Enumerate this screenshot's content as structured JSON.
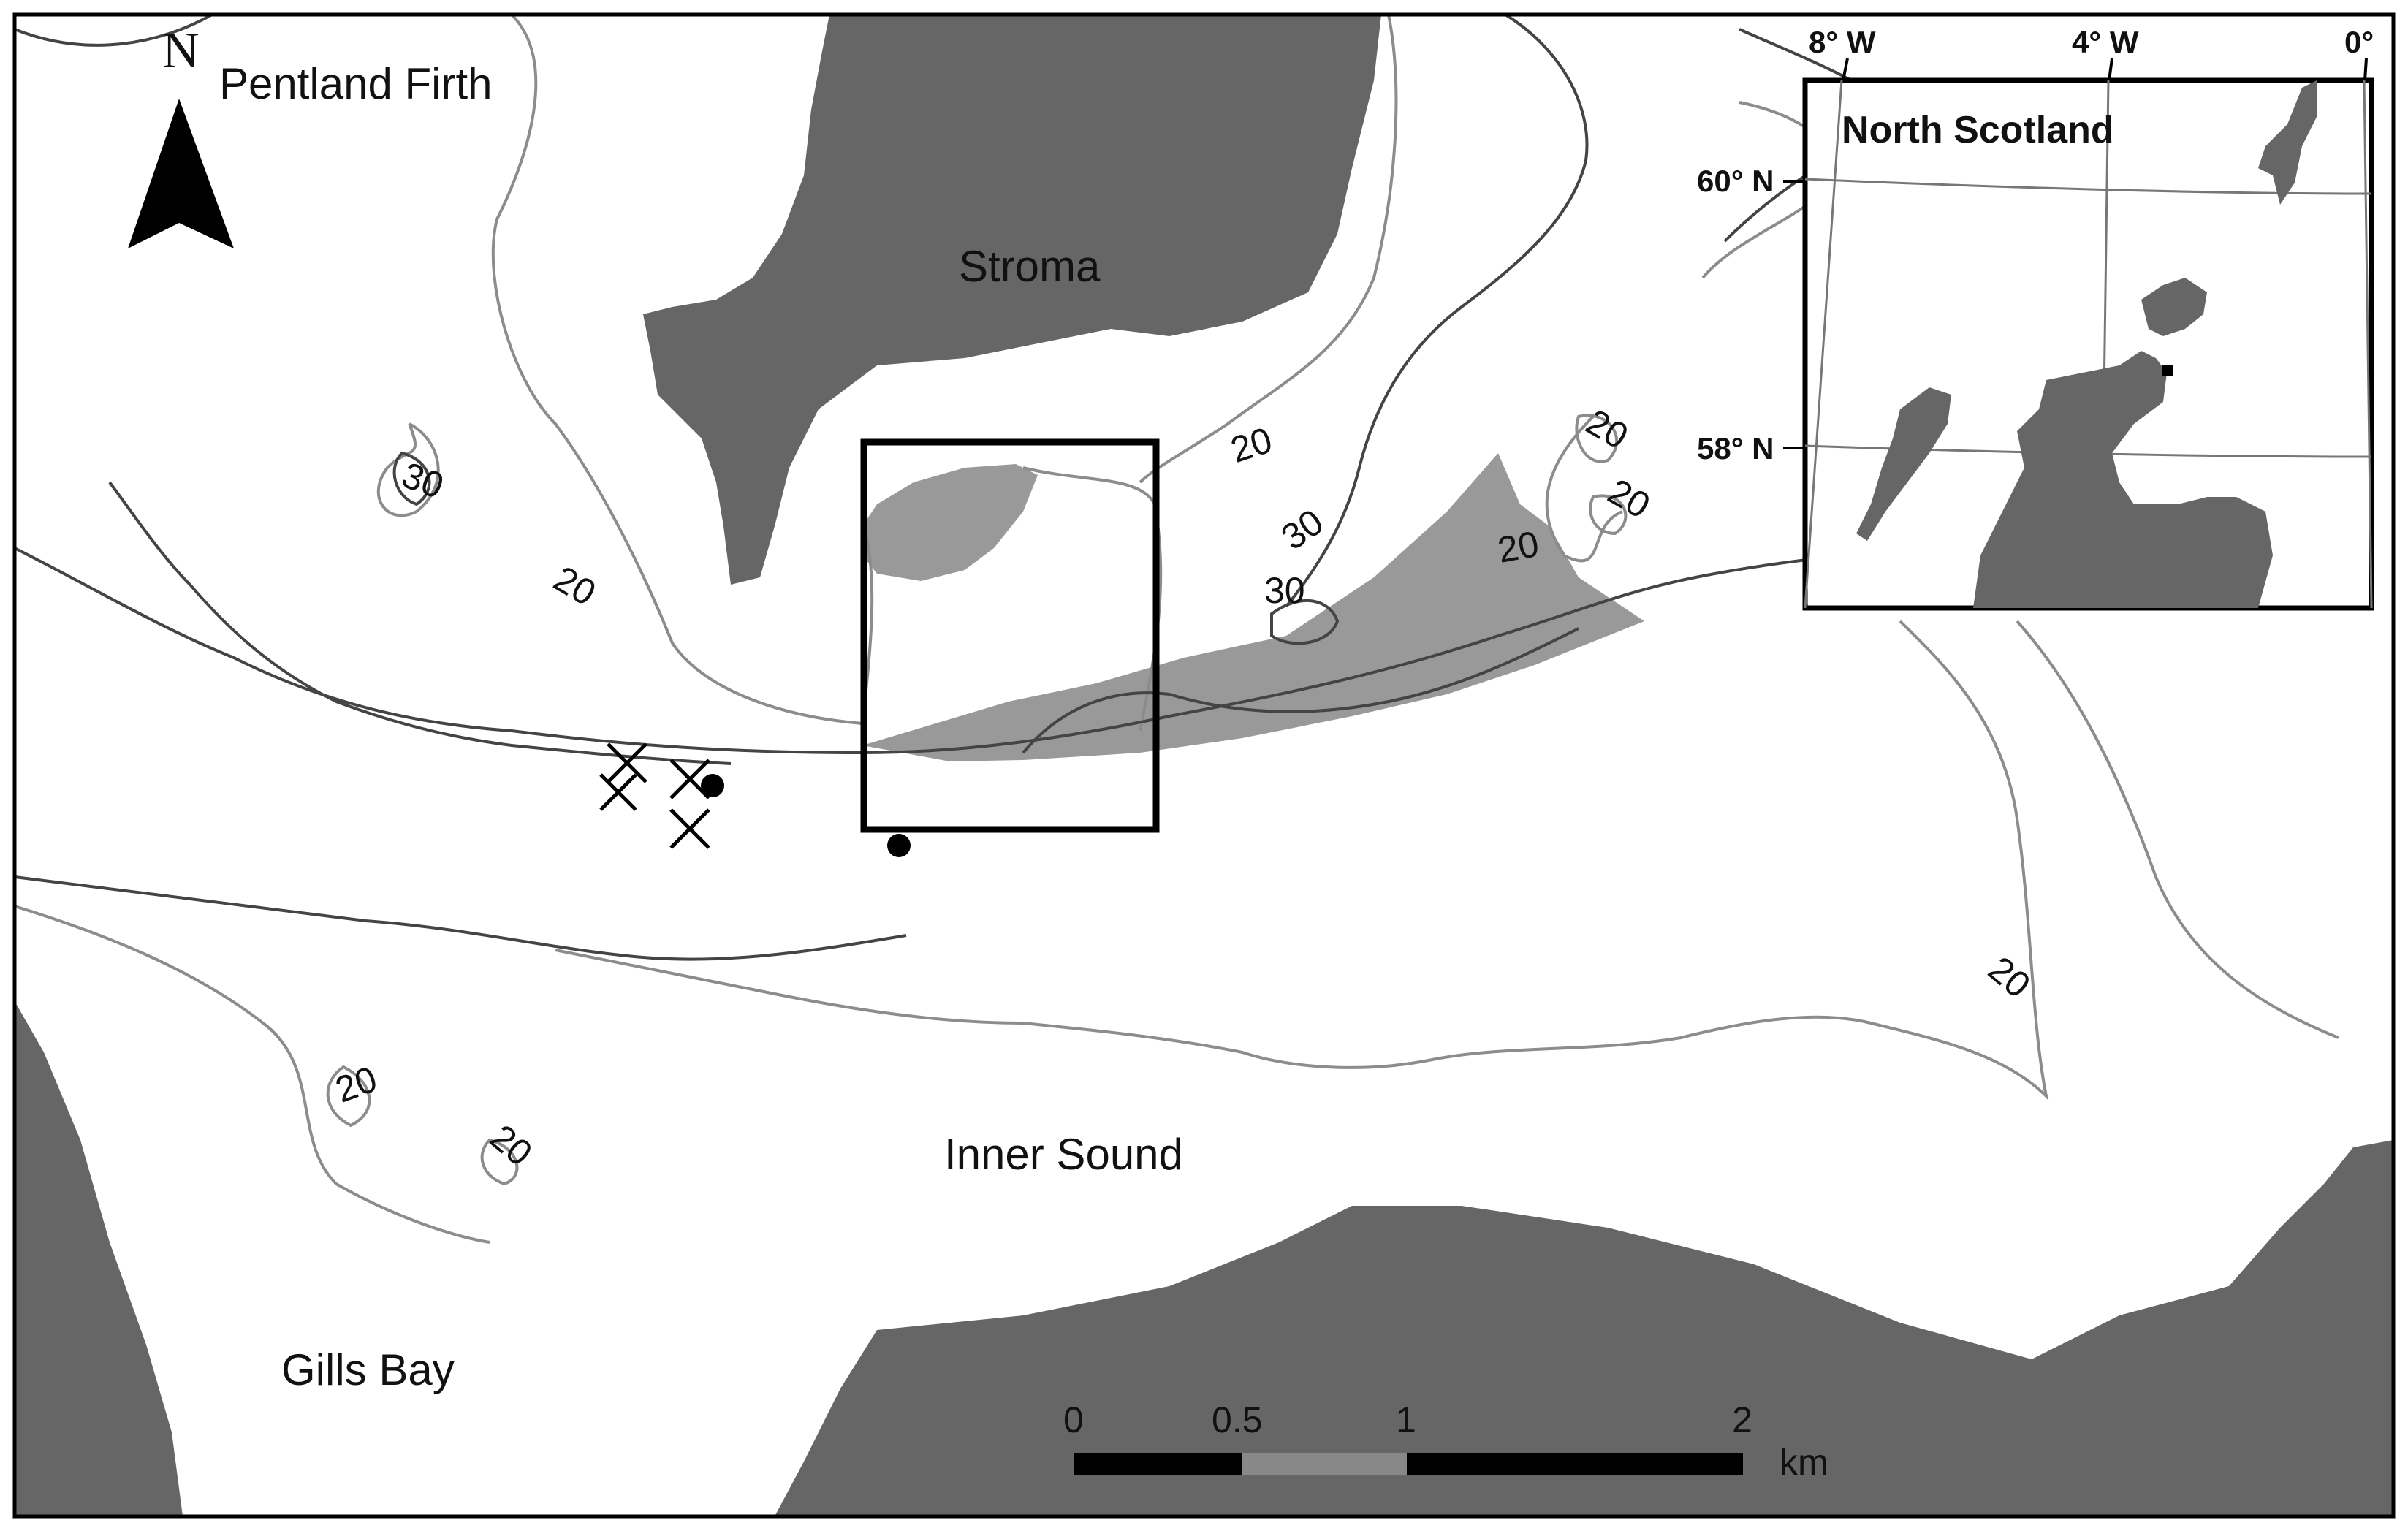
{
  "place_names": {
    "pentland_firth": "Pentland Firth",
    "stroma": "Stroma",
    "inner_sound": "Inner Sound",
    "gills_bay": "Gills Bay"
  },
  "north_arrow": {
    "letter": "N"
  },
  "depth_contours": {
    "d20": "20",
    "d30": "30"
  },
  "inset": {
    "title": "North Scotland",
    "lon_labels": [
      "8° W",
      "4° W",
      "0°"
    ],
    "lat_labels": [
      "60° N",
      "58° N"
    ]
  },
  "scale_bar": {
    "ticks": [
      "0",
      "0.5",
      "1",
      "2"
    ],
    "unit": "km"
  },
  "colors": {
    "land": "#666666",
    "survey_area": "#999999",
    "contour_20": "#8c8c8c",
    "contour_30": "#444444",
    "frame": "#000000"
  }
}
